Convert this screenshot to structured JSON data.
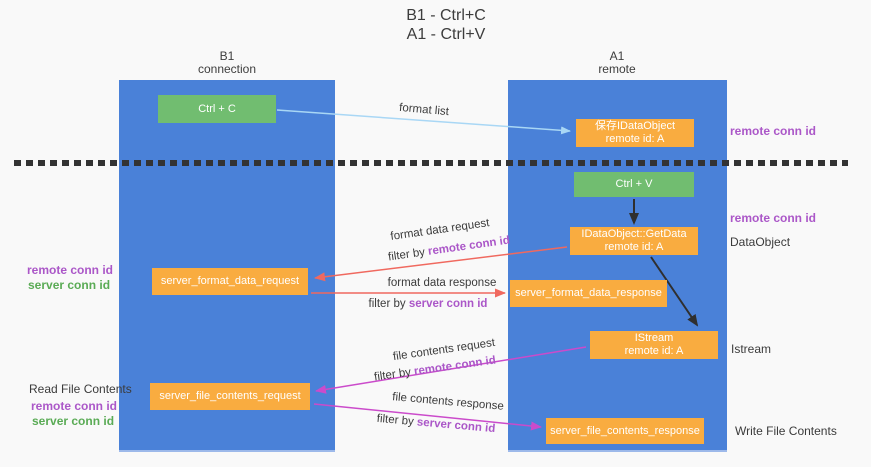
{
  "title": {
    "line1": "B1 - Ctrl+C",
    "line2": "A1 - Ctrl+V"
  },
  "lifelines": {
    "b1": {
      "title": "B1",
      "subtitle": "connection"
    },
    "a1": {
      "title": "A1",
      "subtitle": "remote"
    }
  },
  "nodes": {
    "ctrl_c": {
      "label": "Ctrl + C"
    },
    "save_idataobject": {
      "line1": "保存IDataObject",
      "line2": "remote id: A"
    },
    "ctrl_v": {
      "label": "Ctrl + V"
    },
    "getdata": {
      "line1": "IDataObject::GetData",
      "line2": "remote id: A"
    },
    "istream": {
      "line1": "IStream",
      "line2": "remote id: A"
    },
    "server_format_data_request": {
      "label": "server_format_data_request"
    },
    "server_format_data_response": {
      "label": "server_format_data_response"
    },
    "server_file_contents_request": {
      "label": "server_file_contents_request"
    },
    "server_file_contents_response": {
      "label": "server_file_contents_response"
    }
  },
  "edge_labels": {
    "format_list": "format list",
    "format_data_request": "format data request",
    "format_data_response": "format data response",
    "file_contents_request": "file contents request",
    "file_contents_response": "file contents response",
    "filter_by": "filter by ",
    "remote_conn_id": "remote conn id",
    "server_conn_id": "server conn id"
  },
  "annotations": {
    "remote_conn_id": "remote conn id",
    "server_conn_id": "server conn id",
    "dataobject": "DataObject",
    "istream": "Istream",
    "read_file_contents": "Read File Contents",
    "write_file_contents": "Write File Contents"
  },
  "colors": {
    "col-blue": "#4a81d8",
    "box-orange": "#f9ac40",
    "box-green": "#71bd70",
    "purple": "#ab57c8",
    "green-text": "#5aab55",
    "salmon": "#f0695f",
    "magenta": "#cb4bcb",
    "light-blue": "#a9d7f5",
    "arrow-black": "#2f2f2f",
    "dash-line": "#333333"
  }
}
